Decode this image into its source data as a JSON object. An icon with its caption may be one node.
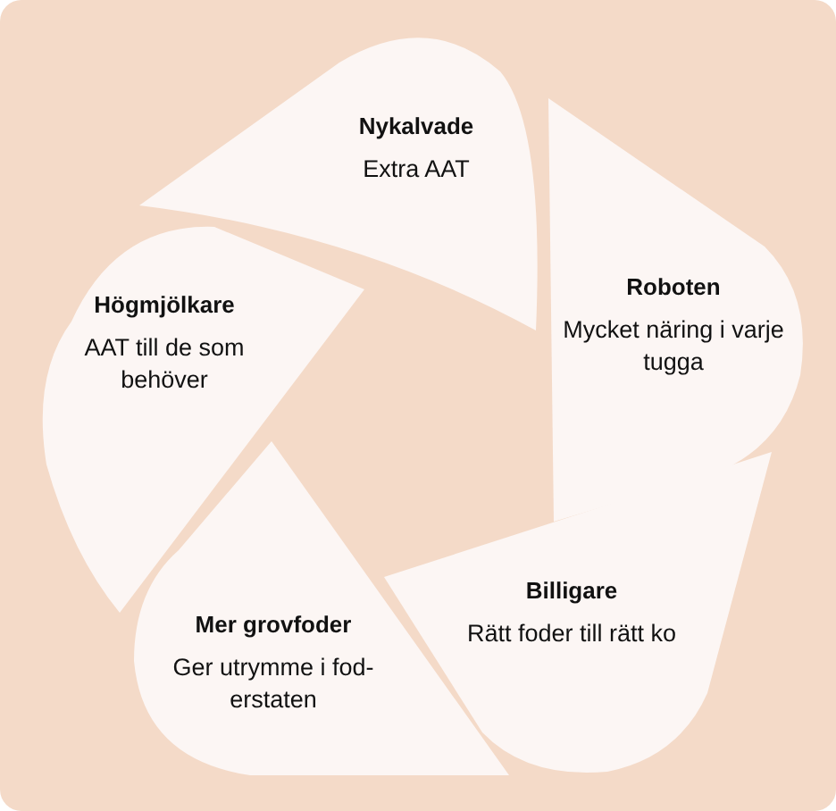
{
  "diagram": {
    "nodes": [
      {
        "text": [
          "Nykalvade",
          "Extra AAT"
        ]
      },
      {
        "text": [
          "Roboten",
          "Mycket näring i varje tugga"
        ]
      },
      {
        "text": [
          "Billigare",
          "Rätt foder till rätt ko"
        ]
      },
      {
        "text": [
          "Mer grovfoder",
          "Ger utrymme i fod- erstaten"
        ]
      },
      {
        "text": [
          "Högmjölkare",
          "AAT till de som behöver"
        ]
      }
    ]
  }
}
